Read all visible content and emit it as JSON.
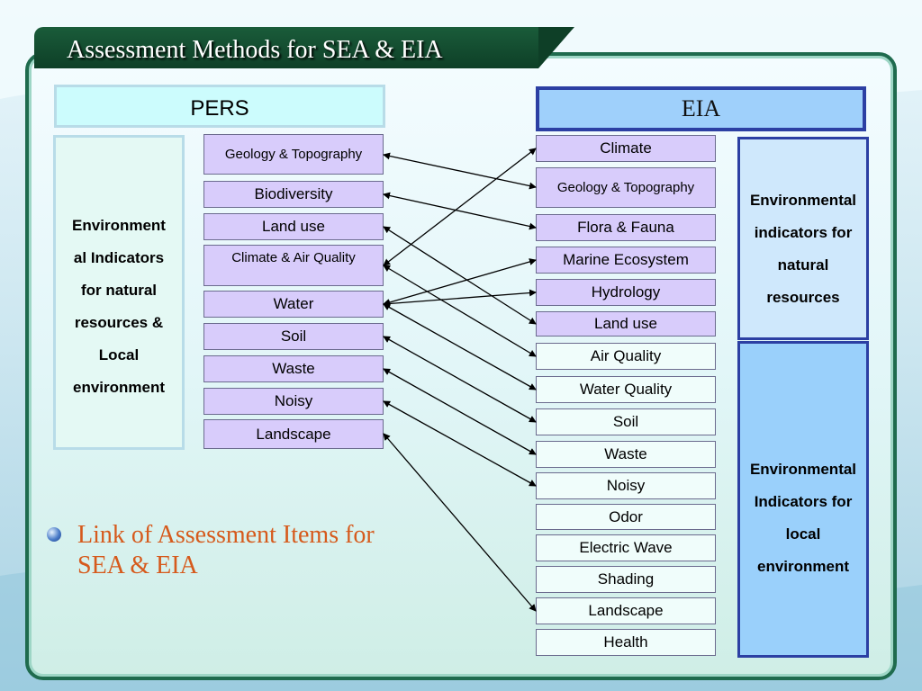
{
  "title": "Assessment Methods for SEA & EIA",
  "pers": {
    "header": "PERS",
    "side_label": [
      "Environment",
      "al Indicators",
      "for natural",
      "resources &",
      "Local",
      "environment"
    ],
    "items": [
      "Geology & Topography",
      "Biodiversity",
      "Land use",
      "Climate & Air Quality",
      "Water",
      "Soil",
      "Waste",
      "Noisy",
      "Landscape"
    ]
  },
  "eia": {
    "header": "EIA",
    "items": [
      "Climate",
      "Geology & Topography",
      "Flora & Fauna",
      "Marine Ecosystem",
      "Hydrology",
      "Land use",
      "Air Quality",
      "Water Quality",
      "Soil",
      "Waste",
      "Noisy",
      "Odor",
      "Electric Wave",
      "Shading",
      "Landscape",
      "Health"
    ],
    "natural_label": [
      "Environmental",
      "indicators for",
      "natural",
      "resources"
    ],
    "local_label": [
      "Environmental",
      "Indicators for",
      "local",
      "environment"
    ]
  },
  "links": [
    {
      "from": "Geology & Topography",
      "to": "Geology & Topography"
    },
    {
      "from": "Biodiversity",
      "to": "Flora & Fauna"
    },
    {
      "from": "Land use",
      "to": "Land use"
    },
    {
      "from": "Climate & Air Quality",
      "to": "Climate"
    },
    {
      "from": "Climate & Air Quality",
      "to": "Air Quality"
    },
    {
      "from": "Water",
      "to": "Marine Ecosystem"
    },
    {
      "from": "Water",
      "to": "Hydrology"
    },
    {
      "from": "Water",
      "to": "Water Quality"
    },
    {
      "from": "Soil",
      "to": "Soil"
    },
    {
      "from": "Waste",
      "to": "Waste"
    },
    {
      "from": "Noisy",
      "to": "Noisy"
    },
    {
      "from": "Landscape",
      "to": "Landscape"
    }
  ],
  "caption": "Link of Assessment Items for SEA & EIA",
  "colors": {
    "title_bg": "#0e3f27",
    "pers_item": "#d8ccfb",
    "eia_header": "#9fd0fb",
    "border_blue": "#2c3fa3",
    "caption": "#d65a1c"
  }
}
